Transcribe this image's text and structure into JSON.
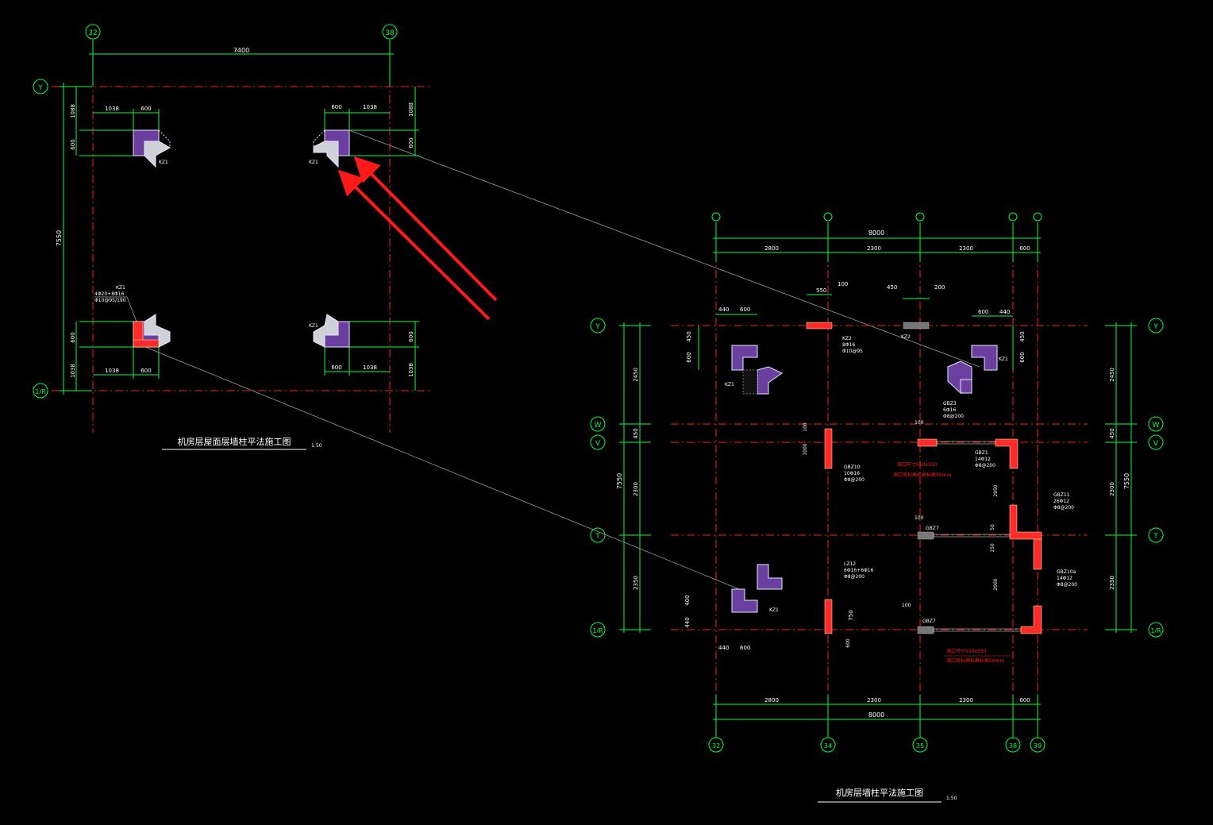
{
  "colors": {
    "background": "#000000",
    "axis_line": "#ff2020",
    "dimension": "#00ff3c",
    "text": "#ffffff",
    "column_fill": "#6a3fa0",
    "column_edge": "#e9e9ff",
    "wall_fill": "#ff2a2a",
    "leader": "#9a9a9a",
    "arrow": "#ff1a1a"
  },
  "plan_left": {
    "title": "机房层屋面层墙柱平法施工图",
    "scale": "1:50",
    "axis_top": [
      "32",
      "38"
    ],
    "axis_left": [
      "Y",
      "1/R"
    ],
    "dims_top": [
      "7400"
    ],
    "dims_left": [
      "7550"
    ],
    "column_label": "KZ1",
    "col_spec": [
      "KZ1",
      "4Φ20+8Φ16",
      "Φ10@95/190"
    ],
    "dims_col_tl": [
      "1038",
      "600",
      "1088",
      "600"
    ],
    "dims_col_tr": [
      "600",
      "1038",
      "1088",
      "600"
    ],
    "dims_col_bl": [
      "1038",
      "600",
      "600",
      "1038"
    ],
    "dims_col_br": [
      "600",
      "1038",
      "600",
      "1038"
    ]
  },
  "plan_right": {
    "title": "机房层墙柱平法施工图",
    "scale": "1:50",
    "axis_bottom": [
      "32",
      "34",
      "35",
      "38",
      "39"
    ],
    "axis_sides": [
      "Y",
      "W",
      "V",
      "T",
      "1/R"
    ],
    "dims_top_total": "8000",
    "dims_top_parts": [
      "2800",
      "2300",
      "2300",
      "600"
    ],
    "dims_bottom_parts": [
      "2800",
      "2300",
      "2300",
      "600"
    ],
    "dims_bottom_total": "8000",
    "dims_left_total": "7550",
    "dims_left_parts": [
      "2450",
      "450",
      "2300",
      "2350"
    ],
    "dims_right_parts": [
      "2450",
      "450",
      "2300",
      "2350"
    ],
    "dims_right_total": "7550",
    "kz1": "KZ1",
    "kz2": "KZ2",
    "kz2_spec": [
      "KZ2",
      "8Φ16",
      "Φ10@95"
    ],
    "gbz3_spec": [
      "GBZ3",
      "6Φ16",
      "Φ8@200"
    ],
    "gbz10_spec": [
      "GBZ10",
      "10Φ16",
      "Φ8@200"
    ],
    "gbz1_spec": [
      "GBZ1",
      "14Φ12",
      "Φ8@200"
    ],
    "gbz11_spec": [
      "GBZ11",
      "26Φ12",
      "Φ8@200"
    ],
    "gbz10a_spec": [
      "GBZ10a",
      "14Φ12",
      "Φ8@200"
    ],
    "lz12_spec": [
      "LZ12",
      "6Φ16+6Φ16",
      "Φ8@200"
    ],
    "gbz7": "GBZ7",
    "hole_note": [
      "洞口尺寸550x550",
      "洞口底标高标高标高50mm"
    ],
    "hole_note2": [
      "洞口尺寸550x550",
      "洞口底标高标高标高50mm"
    ],
    "small_dims": [
      "550",
      "100",
      "450",
      "200",
      "440",
      "600",
      "600",
      "440",
      "450",
      "600",
      "450",
      "600",
      "100",
      "1000",
      "100",
      "2950",
      "50",
      "100",
      "2000",
      "750",
      "100",
      "440",
      "600",
      "400",
      "440",
      "600",
      "150"
    ]
  }
}
